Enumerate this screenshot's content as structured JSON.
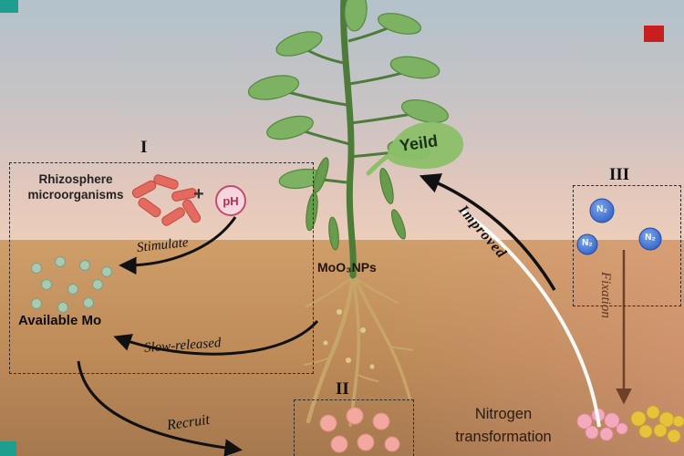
{
  "diagram": {
    "regions": {
      "r1": "I",
      "r2": "II",
      "r3": "III"
    },
    "labels": {
      "rhizosphere_1": "Rhizosphere",
      "rhizosphere_2": "microorganisms",
      "plus": "+",
      "ph": "pH",
      "stimulate": "Stimulate",
      "available_mo": "Available Mo",
      "slow_released": "Slow-released",
      "recruit": "Recruit",
      "nanoparticle": "MoO₃NPs",
      "yield": "Yeild",
      "improved": "Improved",
      "n2": "N₂",
      "fixation": "Fixation",
      "nitrogen_1": "Nitrogen",
      "nitrogen_2": "transformation"
    },
    "colors": {
      "sky_top": "#b3c2cb",
      "sky_bottom": "#ecceba",
      "soil_top": "#cf9e69",
      "soil_bottom": "#a5784e",
      "bacteria": "#e4695e",
      "mo_dot": "#a9c9b2",
      "np_dot": "#f3a89f",
      "n2_circle": "#3f6fd0",
      "nodule_pink": "#f3aabc",
      "nodule_yellow": "#e7c33c",
      "leaf_green": "#7cb261",
      "arrow_black": "#111111",
      "fixation_arrow": "#6e4028",
      "accent_teal": "#1d9e8f",
      "accent_red": "#c81e1e",
      "ph_ring": "#c84a6a"
    }
  }
}
